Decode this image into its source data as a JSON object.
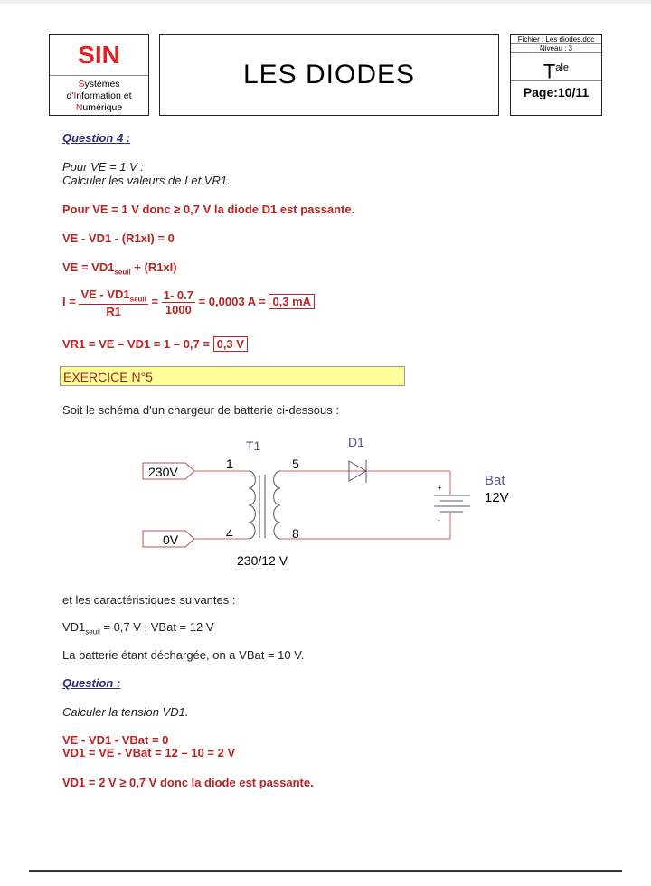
{
  "header": {
    "logo": "SIN",
    "sub": [
      [
        "S",
        "ystèmes"
      ],
      [
        "d'",
        "I",
        "nformation et"
      ],
      [
        "N",
        "umérique"
      ]
    ],
    "title": "LES DIODES",
    "file": "Fichier : Les diodes.doc",
    "niveau": "Niveau : 3",
    "classe": "T",
    "classe_sup": "ale",
    "page": "Page:10/11"
  },
  "q4": {
    "title": "Question 4 :",
    "l1": "Pour VE = 1 V :",
    "l2": "Calculer les valeurs de I et VR1.",
    "a1": "Pour VE = 1 V donc ≥ 0,7 V la diode D1 est passante.",
    "a2": "VE - VD1 - (R1xI) = 0",
    "a3a": "VE = VD1",
    "a3s": "seuil",
    "a3b": " + (R1xI)",
    "i_lhs": "I =",
    "i_num": "VE - VD1",
    "i_num_sub": "seuil",
    "i_den": "R1",
    "eq": "=",
    "f2_num": "1- 0.7",
    "f2_den": "1000",
    "i_rest": "= 0,0003 A =",
    "i_res": "0,3 mA",
    "vr1": "VR1 = VE – VD1 = 1 – 0,7 =",
    "vr1_res": "0,3 V"
  },
  "ex5": {
    "title": "EXERCICE N°5",
    "intro": "Soit le schéma d'un chargeur de batterie ci-dessous :",
    "schema": {
      "t1": "T1",
      "d1": "D1",
      "in1": "230V",
      "in0": "0V",
      "p1": "1",
      "p4": "4",
      "p5": "5",
      "p8": "8",
      "ratio": "230/12 V",
      "bat": "Bat",
      "batv": "12V",
      "plus": "+",
      "minus": "-"
    },
    "carac": "et les caractéristiques suivantes :",
    "vd1a": "VD1",
    "vd1s": "seuil",
    "vd1b": " = 0,7 V ; VBat = 12 V",
    "decharge": "La batterie étant déchargée, on a VBat = 10 V.",
    "q": "Question :",
    "calc": "Calculer la tension VD1.",
    "r1": "VE - VD1 - VBat = 0",
    "r2": "VD1 = VE - VBat = 12 – 10 = 2 V",
    "r3": "VD1 = 2 V ≥ 0,7 V donc la diode est passante."
  }
}
